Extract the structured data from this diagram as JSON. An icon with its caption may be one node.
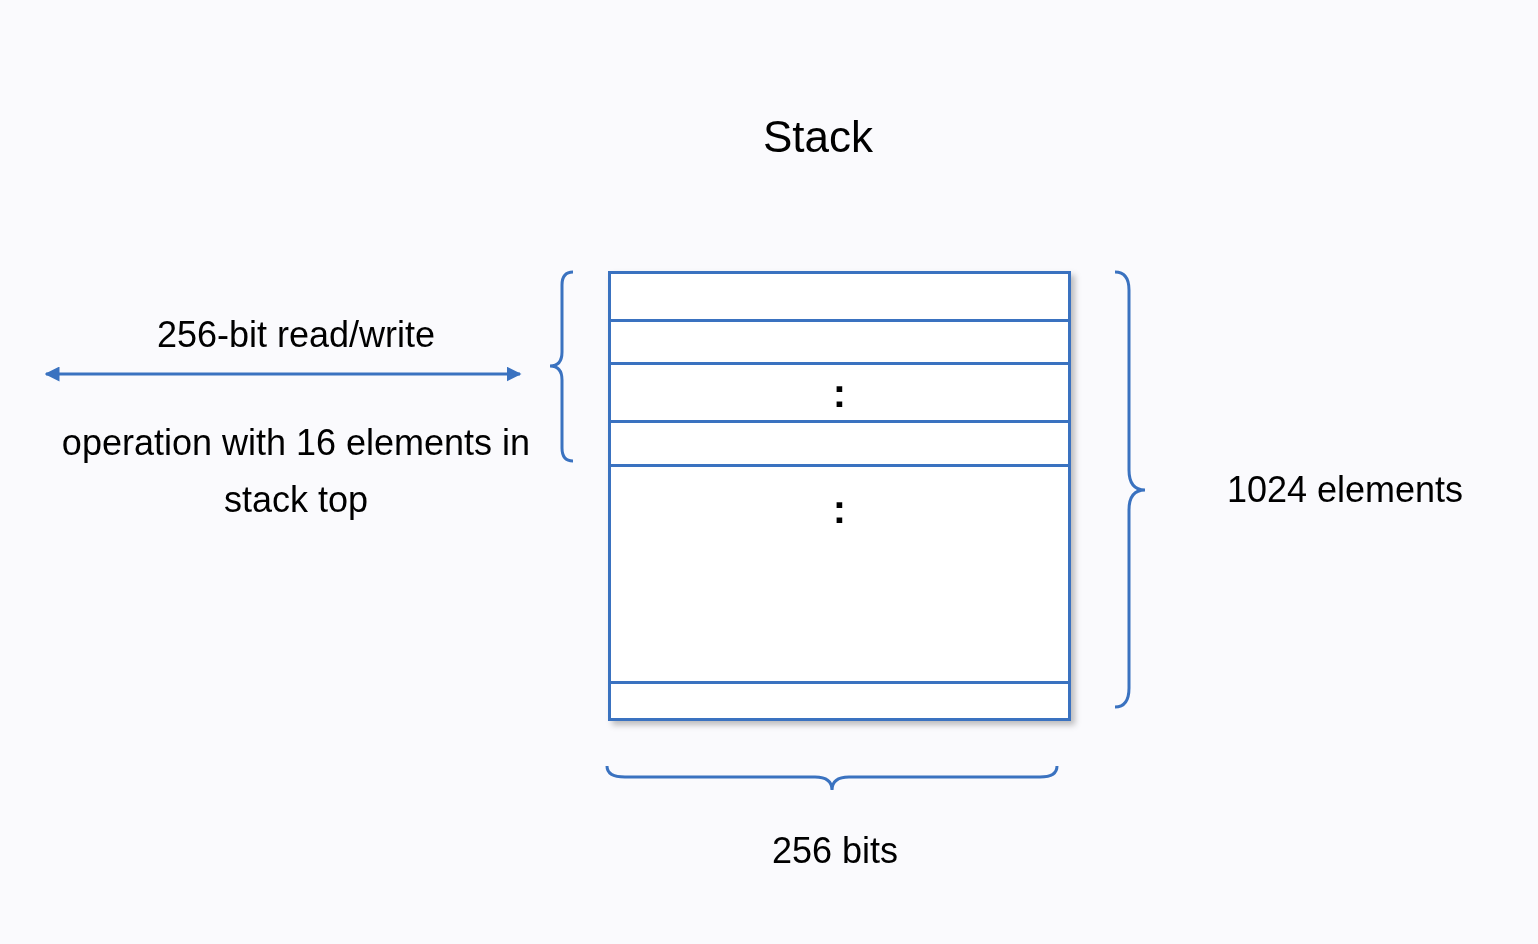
{
  "diagram": {
    "title": "Stack",
    "nodes": [
      {
        "text": [],
        "shape": "box"
      },
      {
        "text": [],
        "shape": "bar",
        "in": 0
      },
      {
        "text": [],
        "shape": "bar",
        "in": 0
      },
      {
        "text": [
          ":"
        ],
        "in": 0
      },
      {
        "text": [],
        "shape": "bar",
        "in": 0
      },
      {
        "text": [
          ":"
        ],
        "in": 0
      },
      {
        "text": [],
        "shape": "bar",
        "in": 0
      }
    ],
    "edges": [],
    "labels": [
      "256-bit read/write",
      "operation with 16 elements in stack top",
      "1024 elements",
      "256 bits"
    ]
  }
}
